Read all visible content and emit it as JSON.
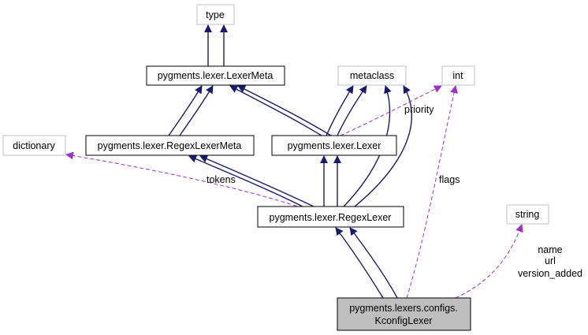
{
  "nodes": {
    "type": "type",
    "lexermeta": "pygments.lexer.LexerMeta",
    "metaclass": "metaclass",
    "int": "int",
    "dictionary": "dictionary",
    "regexlexermeta": "pygments.lexer.RegexLexerMeta",
    "lexer": "pygments.lexer.Lexer",
    "string": "string",
    "regexlexer": "pygments.lexer.RegexLexer",
    "kconfig_line1": "pygments.lexers.configs.",
    "kconfig_line2": "KconfigLexer"
  },
  "edge_labels": {
    "priority": "priority",
    "tokens": "tokens",
    "flags": "flags",
    "name": "name",
    "url": "url",
    "version_added": "version_added"
  },
  "colors": {
    "inheritance_edge": "#191970",
    "usage_edge": "#9a32cd",
    "focus_node_fill": "#bfbfbf",
    "external_node_border": "#bfbfbf"
  }
}
